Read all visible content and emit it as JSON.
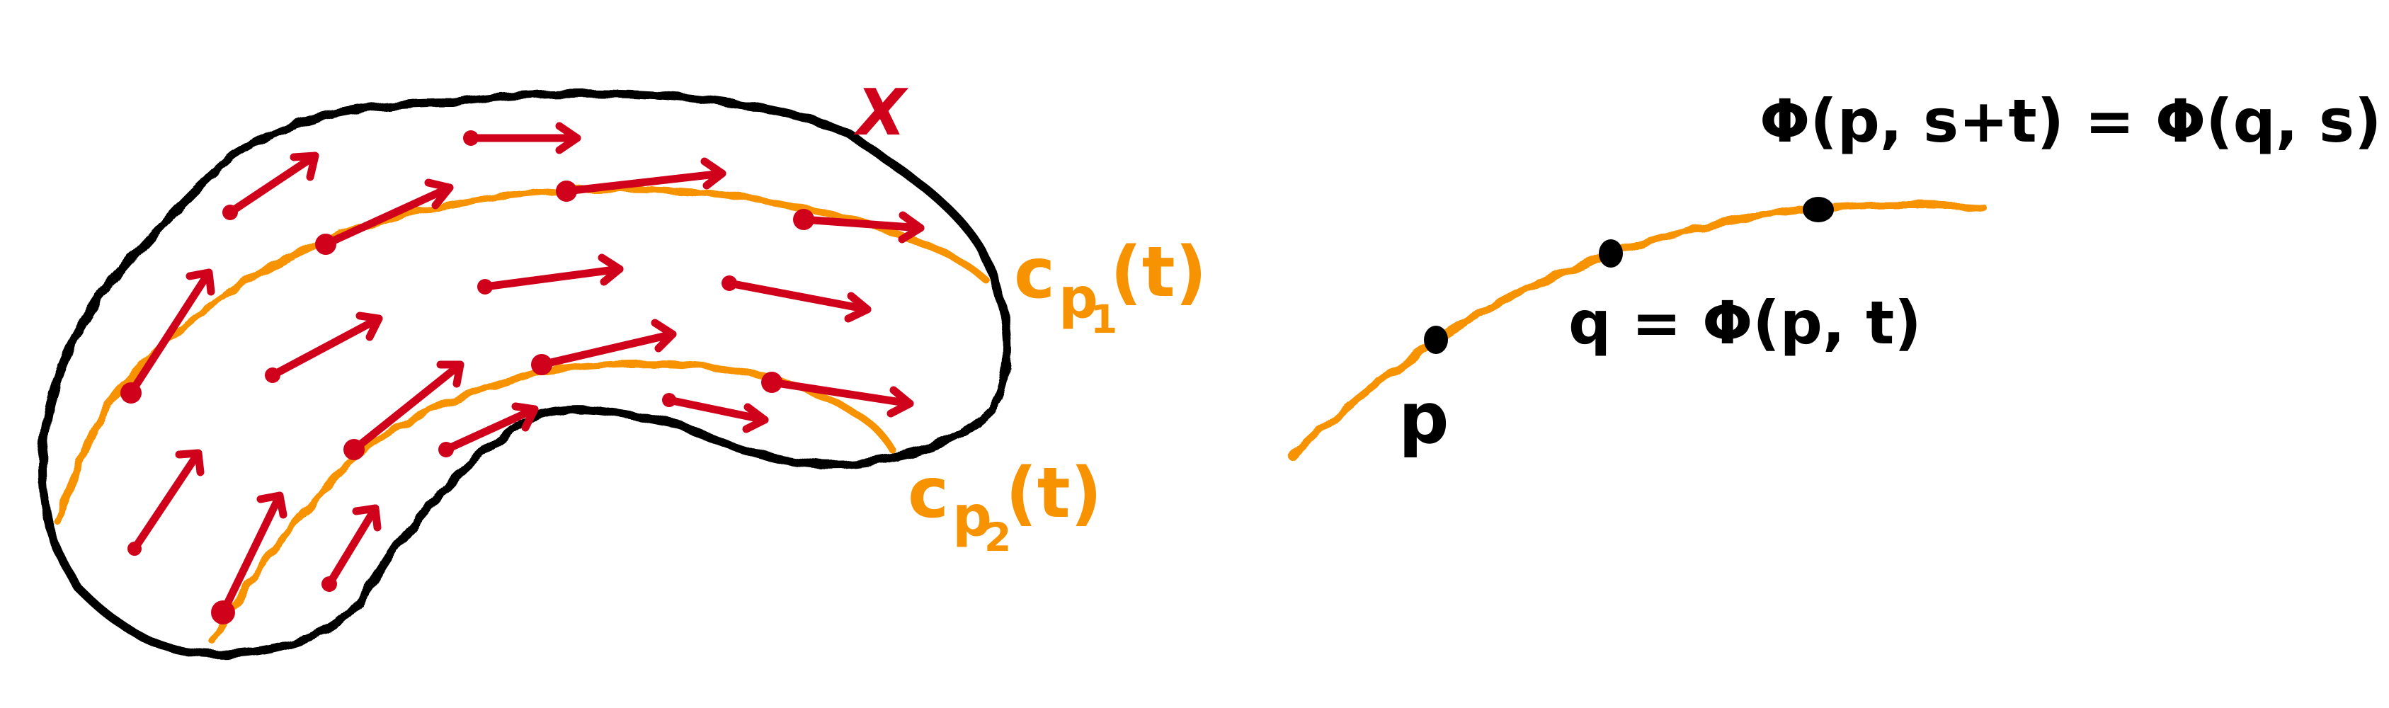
{
  "labels": {
    "field": "X",
    "curve1": "c_p1(t)",
    "curve1_main": "c",
    "curve1_sub": "p",
    "curve1_subsub": "1",
    "curve1_arg": "(t)",
    "curve2_main": "c",
    "curve2_sub": "p",
    "curve2_subsub": "2",
    "curve2_arg": "(t)",
    "point_p": "p",
    "point_q": "q = Φ(p, t)",
    "point_s": "Φ(p, s+t) = Φ(q, s)"
  },
  "colors": {
    "outline": "#000000",
    "field_arrows": "#d0021b",
    "integral_curves": "#f79200",
    "points": "#000000"
  }
}
